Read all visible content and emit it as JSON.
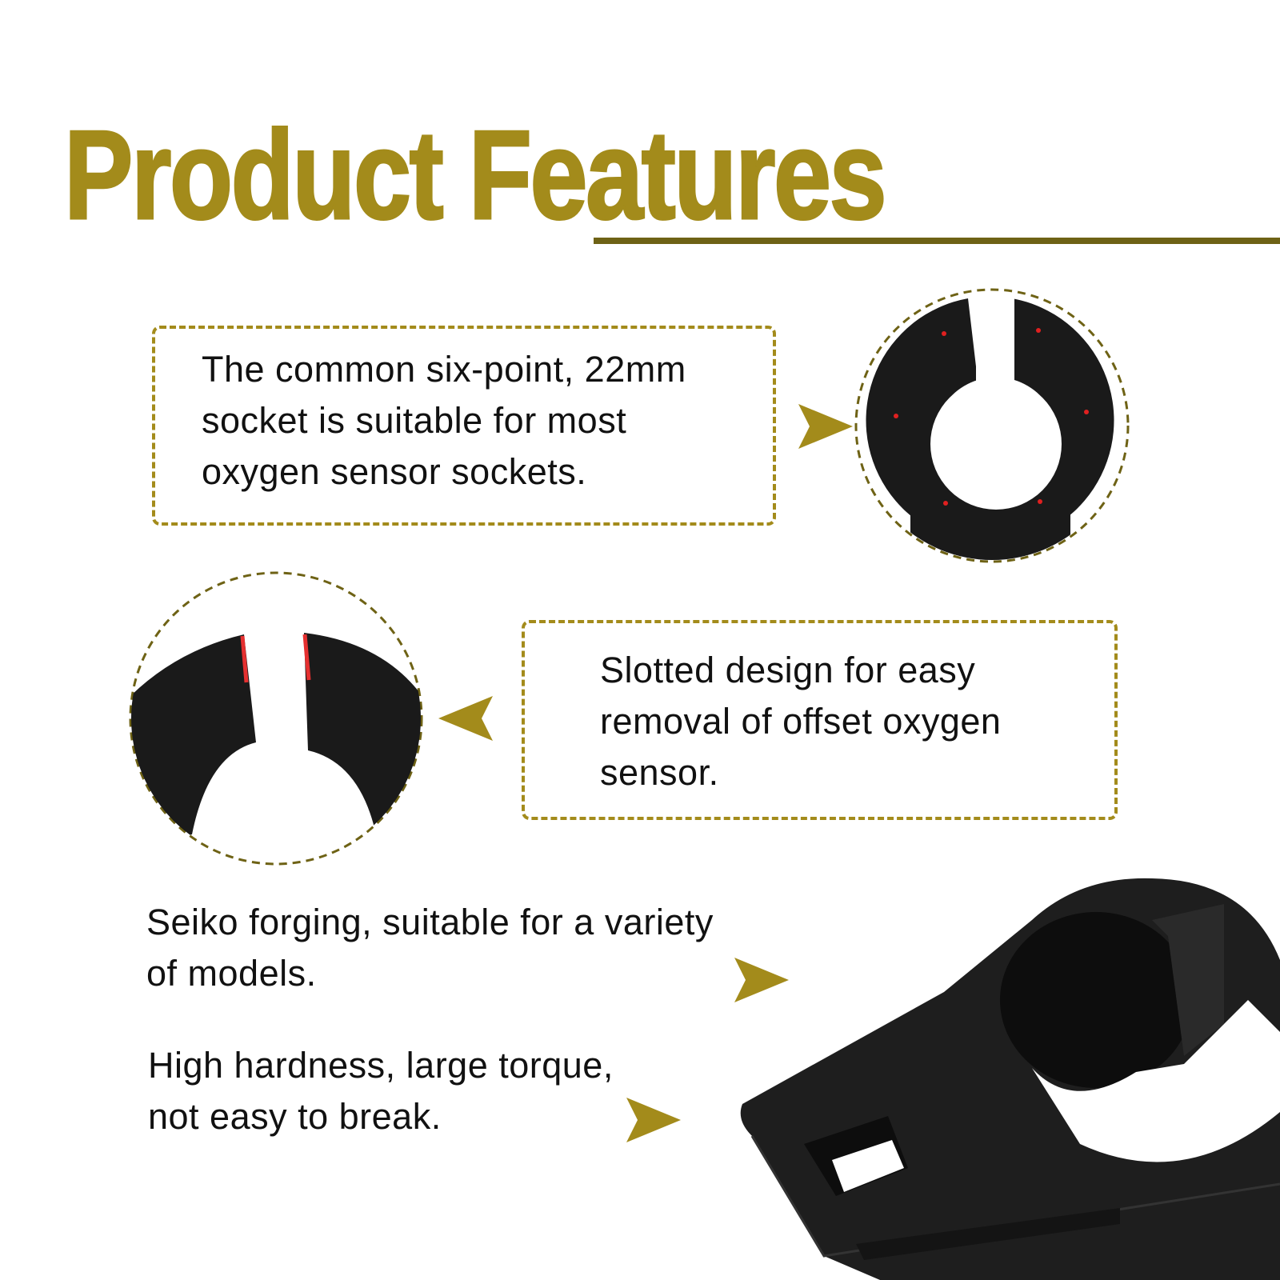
{
  "title": "Product Features",
  "colors": {
    "accent": "#A38B1B",
    "rule": "#6E6215",
    "tool": "#1c1c1c"
  },
  "features": [
    {
      "lines": [
        "The common six-point, 22mm",
        "socket is suitable for most",
        "oxygen sensor sockets."
      ],
      "arrow": "right"
    },
    {
      "lines": [
        "Slotted design for easy",
        "removal of offset oxygen",
        "sensor."
      ],
      "arrow": "left"
    },
    {
      "lines": [
        "Seiko forging, suitable for a variety",
        "of models."
      ],
      "arrow": "right"
    },
    {
      "lines": [
        "High hardness, large torque,",
        "not easy to break."
      ],
      "arrow": "right"
    }
  ]
}
